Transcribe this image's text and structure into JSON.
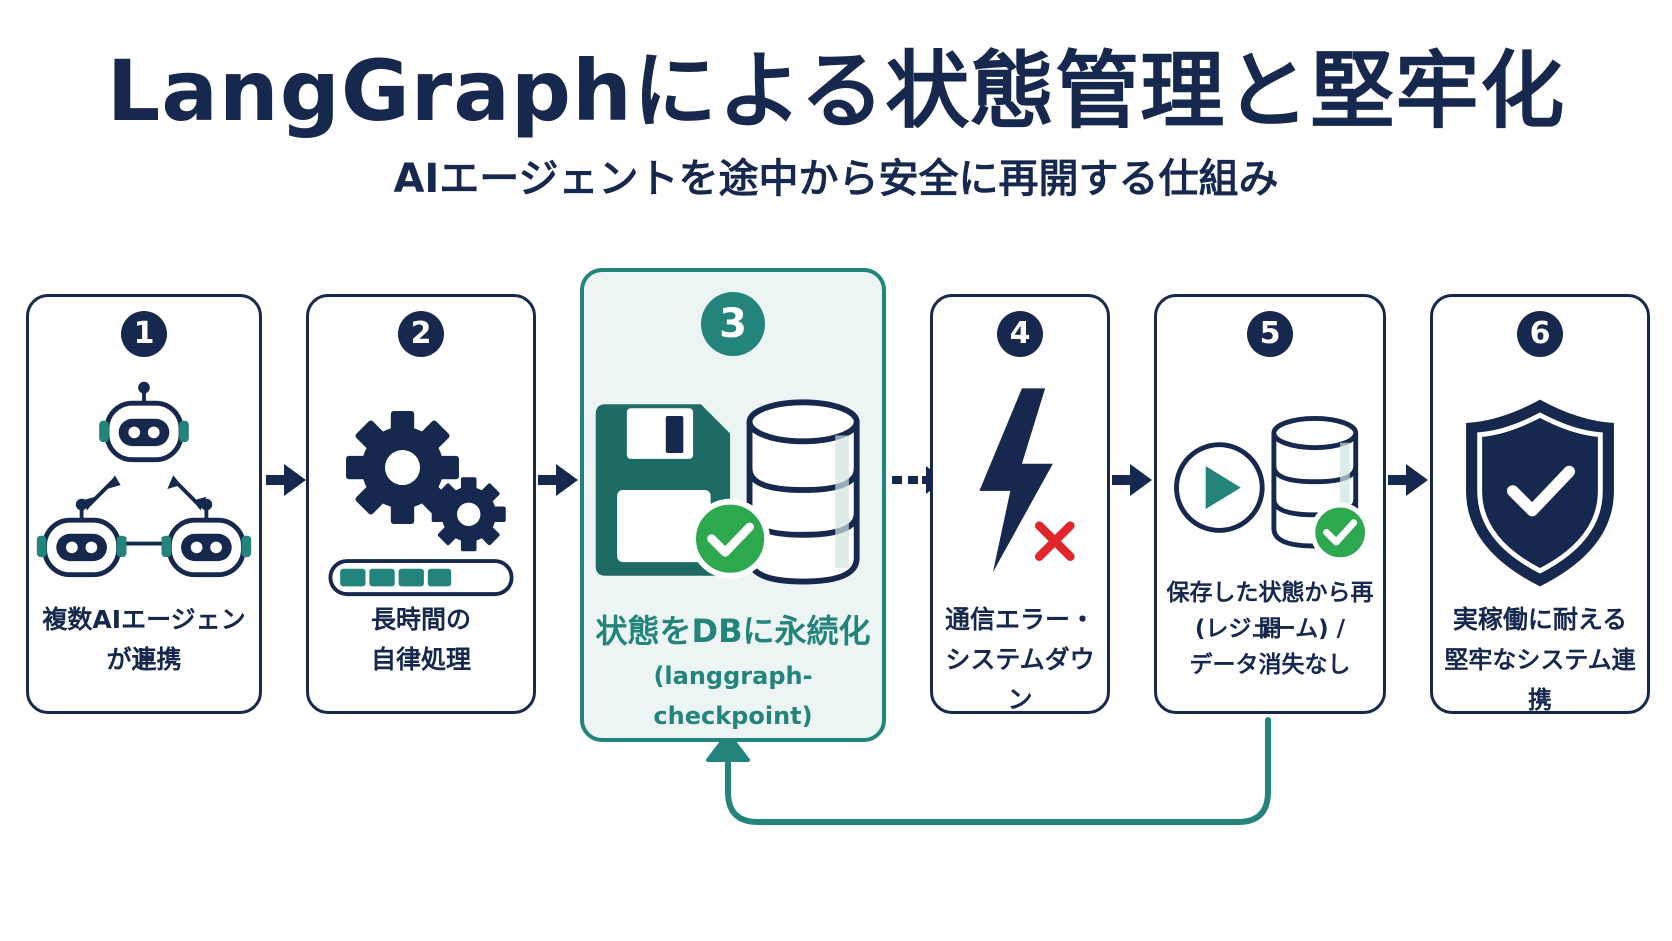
{
  "title": "LangGraphによる状態管理と堅牢化",
  "subtitle": "AIエージェントを途中から安全に再開する仕組み",
  "steps": [
    {
      "number": "1",
      "lines": [
        "複数AIエージェント",
        "が連携"
      ]
    },
    {
      "number": "2",
      "lines": [
        "長時間の",
        "自律処理"
      ]
    },
    {
      "number": "3",
      "lines": [
        "状態をDBに永続化",
        "(langgraph-checkpoint)"
      ]
    },
    {
      "number": "4",
      "lines": [
        "通信エラー・",
        "システムダウン"
      ]
    },
    {
      "number": "5",
      "lines": [
        "保存した状態から再開",
        "(レジューム) /",
        "データ消失なし"
      ]
    },
    {
      "number": "6",
      "lines": [
        "実稼働に耐える",
        "堅牢なシステム連携"
      ]
    }
  ],
  "colors": {
    "navy": "#16284d",
    "teal": "#22847a",
    "green": "#2ea84f",
    "red": "#e0252b",
    "highlight_bg": "#edf5f4"
  },
  "icons": [
    "robot-network-icon",
    "gears-icon",
    "progress-bar-icon",
    "floppy-disk-icon",
    "database-icon",
    "check-icon",
    "lightning-icon",
    "error-x-icon",
    "play-icon",
    "shield-check-icon"
  ]
}
